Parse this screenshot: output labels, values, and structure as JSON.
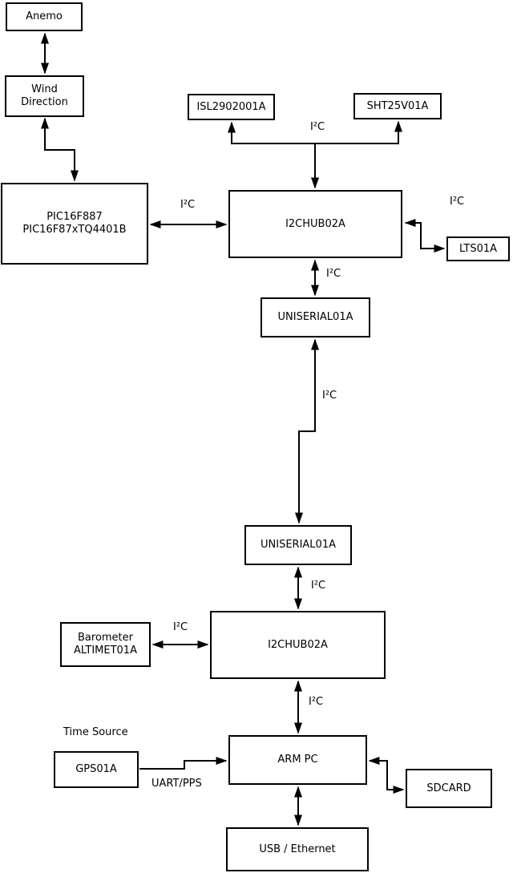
{
  "nodes": {
    "anemo": {
      "label": "Anemo"
    },
    "wind_direction": {
      "line1": "Wind",
      "line2": "Direction"
    },
    "pic": {
      "line1": "PIC16F887",
      "line2": "PIC16F87xTQ4401B"
    },
    "isl": {
      "label": "ISL2902001A"
    },
    "sht": {
      "label": "SHT25V01A"
    },
    "i2chub_top": {
      "label": "I2CHUB02A"
    },
    "lts": {
      "label": "LTS01A"
    },
    "uniserial_top": {
      "label": "UNISERIAL01A"
    },
    "uniserial_bottom": {
      "label": "UNISERIAL01A"
    },
    "i2chub_bottom": {
      "label": "I2CHUB02A"
    },
    "barometer": {
      "line1": "Barometer",
      "line2": "ALTIMET01A"
    },
    "gps": {
      "label": "GPS01A"
    },
    "arm_pc": {
      "label": "ARM PC"
    },
    "sdcard": {
      "label": "SDCARD"
    },
    "usb_ethernet": {
      "label": "USB / Ethernet"
    }
  },
  "edge_labels": {
    "i2c_sensor_bus": "I²C",
    "i2c_pic_hub": "I²C",
    "i2c_hub_lts": "I²C",
    "i2c_hub_uniserial": "I²C",
    "i2c_long_link": "I²C",
    "i2c_uniserial_hub": "I²C",
    "i2c_barometer_hub": "I²C",
    "i2c_hub_armpc": "I²C",
    "time_source": "Time Source",
    "uart_pps": "UART/PPS"
  },
  "colors": {
    "line": "#000000",
    "text": "#000000",
    "background": "#ffffff"
  }
}
